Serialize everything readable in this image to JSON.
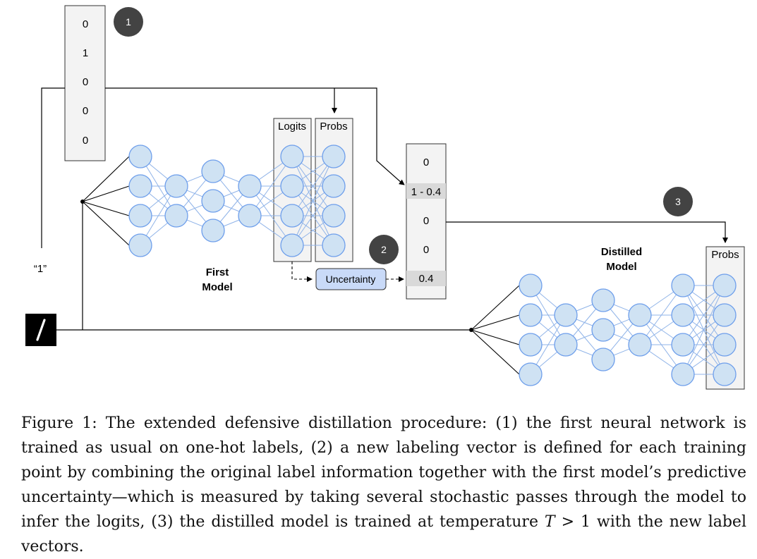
{
  "figure": {
    "onehot_label": {
      "values": [
        "0",
        "1",
        "0",
        "0",
        "0"
      ],
      "badge": "1"
    },
    "input_label": "“1”",
    "first_model": {
      "title_line1": "First",
      "title_line2": "Model",
      "logits_label": "Logits",
      "probs_label": "Probs"
    },
    "uncertainty_box": {
      "label": "Uncertainty",
      "badge": "2"
    },
    "new_label": {
      "values": [
        "0",
        "1 - 0.4",
        "0",
        "0",
        "0.4"
      ]
    },
    "distilled_model": {
      "title_line1": "Distilled",
      "title_line2": "Model",
      "probs_label": "Probs",
      "badge": "3"
    },
    "colors": {
      "node_fill": "#cfe2f3",
      "node_stroke": "#6d9eeb",
      "edge": "#8fb3e8",
      "badge": "#434343",
      "box_fill": "#f3f3f3",
      "highlight": "#d9d9d9",
      "uncertainty_fill": "#c9daf8"
    }
  },
  "caption": {
    "prefix": "Figure 1:",
    "text": " The extended defensive distillation procedure: (1) the first neural network is trained as usual on one-hot labels, (2) a new labeling vector is defined for each training point by combining the original label information together with the first model’s predictive uncertainty—which is measured by taking several stochastic passes through the model to infer the logits, (3) the distilled model is trained at temperature ",
    "math_T": "T",
    "math_rel": " > 1",
    "suffix": " with the new label vectors."
  }
}
